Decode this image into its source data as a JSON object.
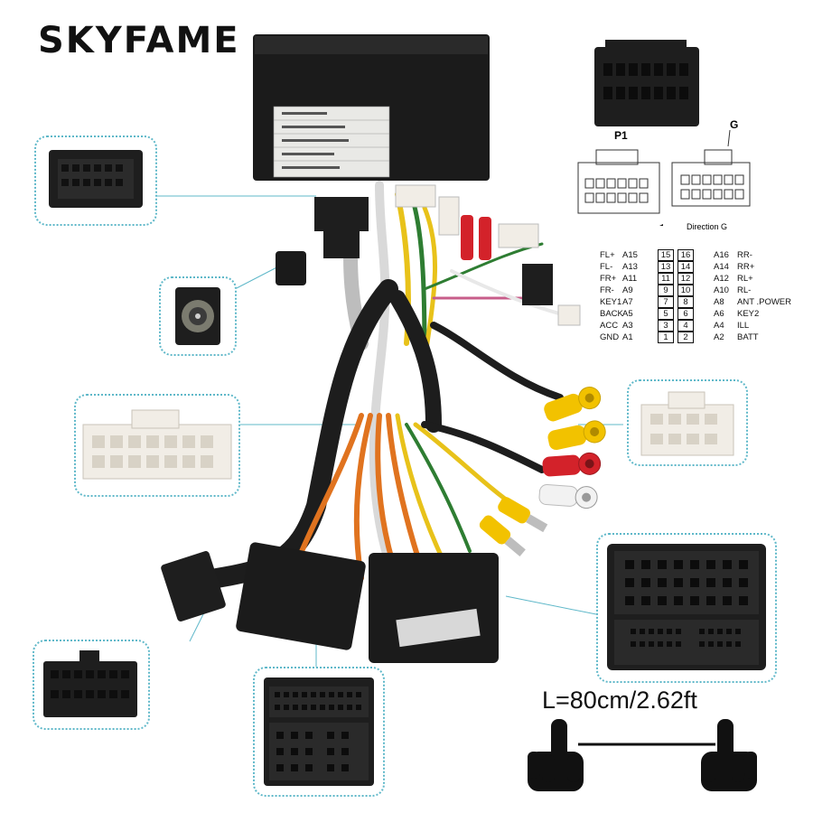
{
  "brand": {
    "name": "SKYFAME"
  },
  "connector_diagram": {
    "p1_label": "P1",
    "g_label": "G",
    "direction_label": "Direction G"
  },
  "pin_table": [
    {
      "left_name": "FL+",
      "left_code": "A15",
      "left_pin": "15",
      "right_pin": "16",
      "right_code": "A16",
      "right_name": "RR-"
    },
    {
      "left_name": "FL-",
      "left_code": "A13",
      "left_pin": "13",
      "right_pin": "14",
      "right_code": "A14",
      "right_name": "RR+"
    },
    {
      "left_name": "FR+",
      "left_code": "A11",
      "left_pin": "11",
      "right_pin": "12",
      "right_code": "A12",
      "right_name": "RL+"
    },
    {
      "left_name": "FR-",
      "left_code": "A9",
      "left_pin": "9",
      "right_pin": "10",
      "right_code": "A10",
      "right_name": "RL-"
    },
    {
      "left_name": "KEY1",
      "left_code": "A7",
      "left_pin": "7",
      "right_pin": "8",
      "right_code": "A8",
      "right_name": "ANT .POWER"
    },
    {
      "left_name": "BACK",
      "left_code": "A5",
      "left_pin": "5",
      "right_pin": "6",
      "right_code": "A6",
      "right_name": "KEY2"
    },
    {
      "left_name": "ACC",
      "left_code": "A3",
      "left_pin": "3",
      "right_pin": "4",
      "right_code": "A4",
      "right_name": "ILL"
    },
    {
      "left_name": "GND",
      "left_code": "A1",
      "left_pin": "1",
      "right_pin": "2",
      "right_code": "A2",
      "right_name": "BATT"
    }
  ],
  "cable_length": "L=80cm/2.62ft",
  "colors": {
    "accent_dotted": "#5fb8c9",
    "box_black": "#1b1b1b",
    "wire_orange": "#e0731f",
    "wire_yellow": "#e8c21a",
    "wire_green": "#2e7d32",
    "rca_red": "#d3222a",
    "rca_yellow": "#f2c200",
    "rca_white": "#f2f2f2",
    "connector_white": "#f1ede6"
  },
  "icons": [
    "hand-pointing-down-icon-left",
    "hand-pointing-down-icon-right"
  ]
}
